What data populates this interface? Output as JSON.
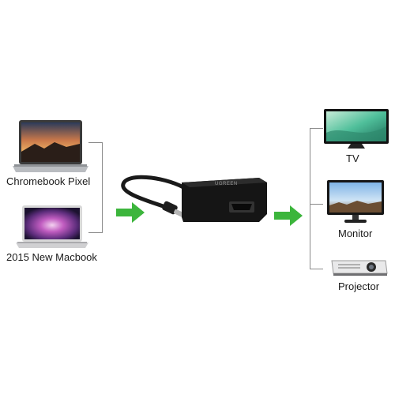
{
  "sources": [
    {
      "label": "Chromebook Pixel",
      "icon": "laptop-sunset-icon"
    },
    {
      "label": "2015 New Macbook",
      "icon": "laptop-galaxy-icon"
    }
  ],
  "outputs": [
    {
      "label": "TV",
      "icon": "tv-icon"
    },
    {
      "label": "Monitor",
      "icon": "monitor-icon"
    },
    {
      "label": "Projector",
      "icon": "projector-icon"
    }
  ],
  "adapter": {
    "brand": "UGREEN",
    "icon": "usb-c-to-hdmi-adapter-icon"
  },
  "colors": {
    "arrow": "#3cb53c",
    "bracket": "#8a8a8a",
    "text": "#1a1a1a"
  }
}
